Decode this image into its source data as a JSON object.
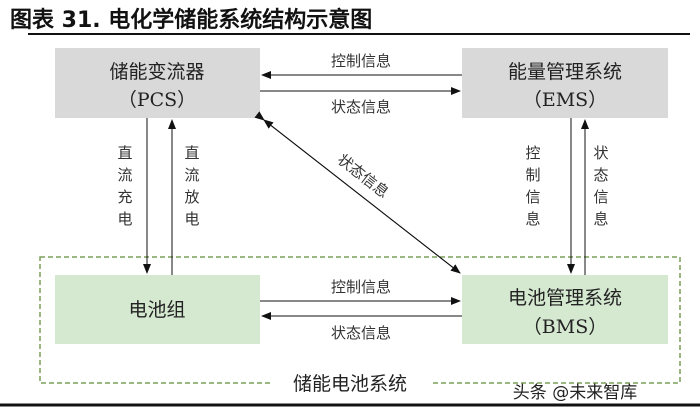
{
  "title": "图表 31. 电化学储能系统结构示意图",
  "nodes": {
    "pcs": {
      "name": "储能变流器",
      "abbr": "（PCS）"
    },
    "ems": {
      "name": "能量管理系统",
      "abbr": "（EMS）"
    },
    "battery": {
      "name": "电池组"
    },
    "bms": {
      "name": "电池管理系统",
      "abbr": "（BMS）"
    }
  },
  "edges": {
    "ems_to_pcs": "控制信息",
    "pcs_to_ems": "状态信息",
    "pcs_to_battery": [
      "直",
      "流",
      "充",
      "电"
    ],
    "battery_to_pcs": [
      "直",
      "流",
      "放",
      "电"
    ],
    "diagonal": "状态信息",
    "ems_to_bms": [
      "控",
      "制",
      "信",
      "息"
    ],
    "bms_to_ems": [
      "状",
      "态",
      "信",
      "息"
    ],
    "battery_to_bms": "控制信息",
    "bms_to_battery": "状态信息"
  },
  "group_label": "储能电池系统",
  "watermark": "头条 @未来智库",
  "colors": {
    "gray_box": "#d9d9d9",
    "green_box": "#d5e8d0",
    "dash": "#7aa05a"
  }
}
